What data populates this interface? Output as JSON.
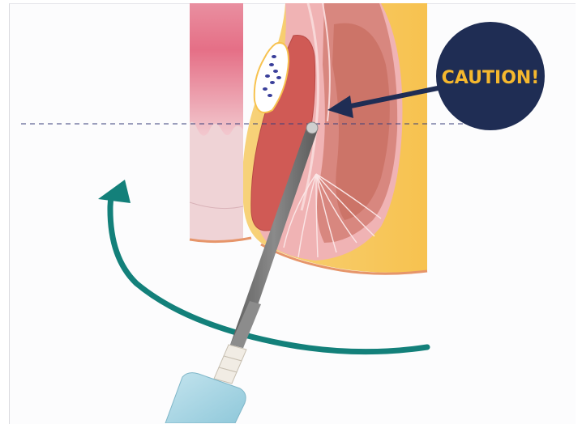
{
  "callout": {
    "text": "CAUTION!",
    "bg_color": "#1f2d54",
    "text_color": "#f5b82e"
  },
  "colors": {
    "rotation_arrow": "#13807a",
    "guide_line": "#3a3f7a",
    "instrument_shaft": "#6e6e6e",
    "syringe_body": "#a8d6e4"
  },
  "icons": [
    "curved-rotation-arrow",
    "pointer-arrow",
    "syringe-instrument"
  ]
}
